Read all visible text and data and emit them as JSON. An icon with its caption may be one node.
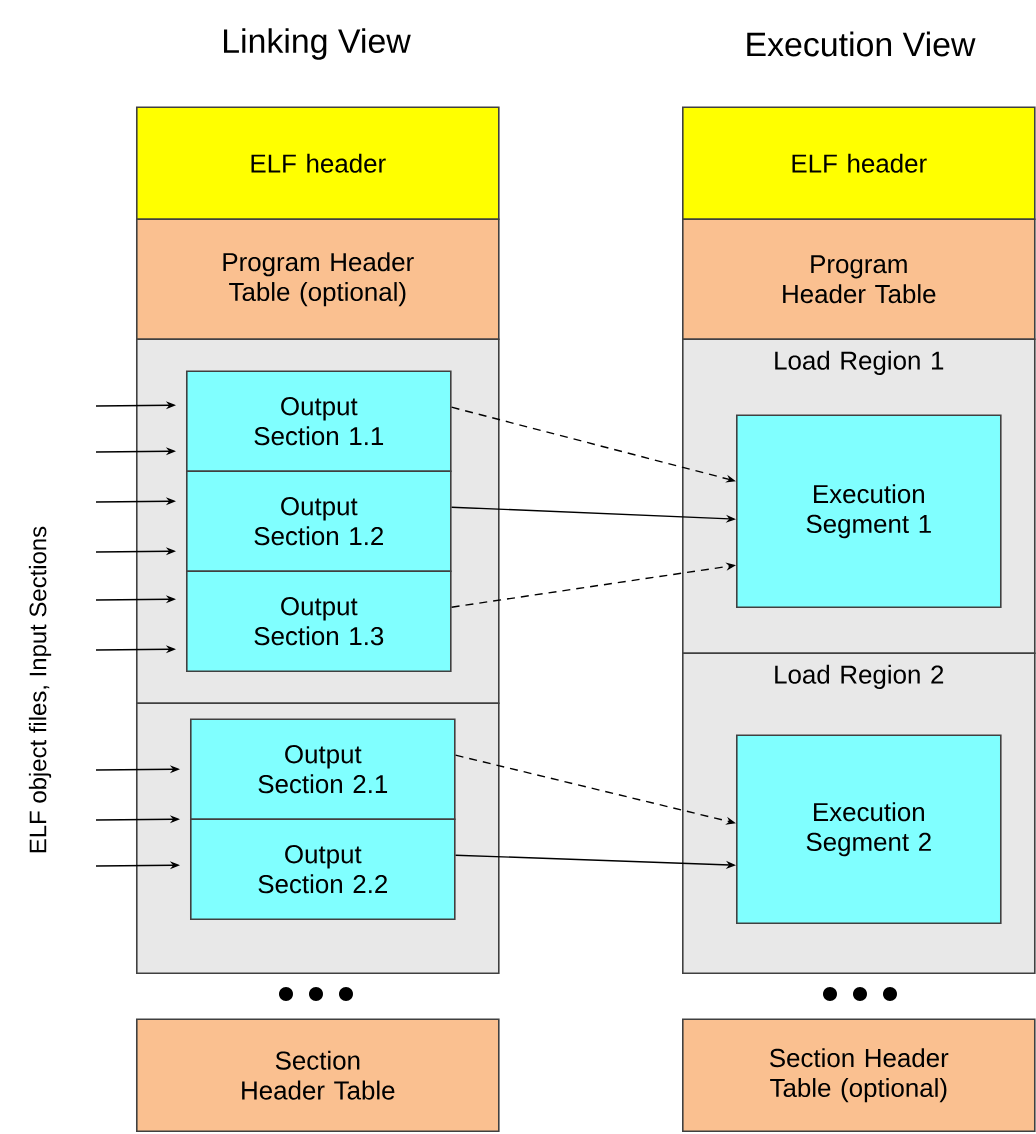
{
  "diagram": {
    "nodes": [
      {
        "text": [
          "ELF header"
        ]
      },
      {
        "text": [
          "Program Header Table (optional)"
        ]
      },
      {
        "text": [],
        "shape": "box"
      },
      {
        "text": [
          "Output Section 1.1"
        ],
        "in": 2
      },
      {
        "text": [
          "Output Section 1.2"
        ],
        "in": 2
      },
      {
        "text": [
          "Output Section 1.3"
        ],
        "in": 2
      },
      {
        "text": [],
        "shape": "box"
      },
      {
        "text": [
          "Output Section 2.1"
        ],
        "in": 6
      },
      {
        "text": [
          "Output Section 2.2"
        ],
        "in": 6
      },
      {
        "text": [
          "Section Header Table"
        ]
      },
      {
        "text": [
          "ELF header"
        ]
      },
      {
        "text": [
          "Program Header Table"
        ]
      },
      {
        "text": [
          "Load Region 1"
        ]
      },
      {
        "text": [
          "Execution Segment 1"
        ],
        "in": 12
      },
      {
        "text": [
          "Load Region 2"
        ]
      },
      {
        "text": [
          "Execution Segment 2"
        ],
        "in": 14
      },
      {
        "text": [
          "Section Header Table (optional)"
        ]
      }
    ],
    "edges": [
      {
        "from": 3,
        "to": 13,
        "arrow": "to",
        "style": "dashed"
      },
      {
        "from": 4,
        "to": 13,
        "arrow": "to"
      },
      {
        "from": 5,
        "to": 13,
        "arrow": "to",
        "style": "dashed"
      },
      {
        "from": 7,
        "to": 15,
        "arrow": "to",
        "style": "dashed"
      },
      {
        "from": 8,
        "to": 15,
        "arrow": "to"
      },
      {
        "from": null,
        "to": 3,
        "arrow": "to"
      },
      {
        "from": null,
        "to": 3,
        "arrow": "to"
      },
      {
        "from": null,
        "to": 4,
        "arrow": "to"
      },
      {
        "from": null,
        "to": 4,
        "arrow": "to"
      },
      {
        "from": null,
        "to": 5,
        "arrow": "to"
      },
      {
        "from": null,
        "to": 5,
        "arrow": "to"
      },
      {
        "from": null,
        "to": 7,
        "arrow": "to"
      },
      {
        "from": null,
        "to": 7,
        "arrow": "to"
      },
      {
        "from": null,
        "to": 8,
        "arrow": "to"
      }
    ],
    "labels": [
      "Linking View",
      "Execution View",
      "ELF object files, Input Sections"
    ]
  }
}
